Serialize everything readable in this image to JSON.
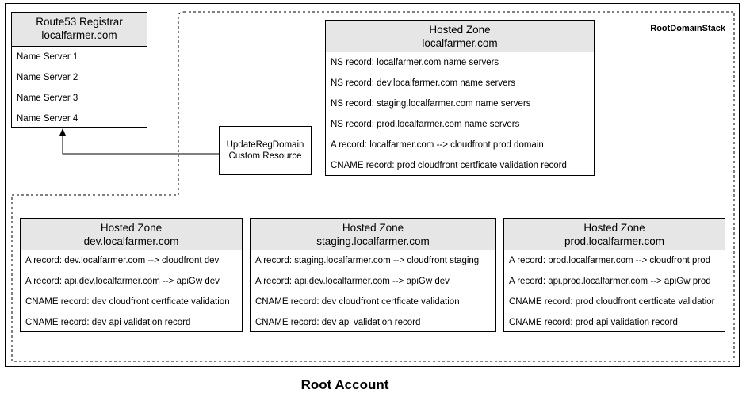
{
  "footer": {
    "title": "Root Account"
  },
  "stack": {
    "label": "RootDomainStack"
  },
  "registrar": {
    "title": "Route53 Registrar",
    "domain": "localfarmer.com",
    "rows": [
      "Name Server 1",
      "Name Server 2",
      "Name Server 3",
      "Name Server 4"
    ]
  },
  "custom_resource": {
    "line1": "UpdateRegDomain",
    "line2": "Custom Resource"
  },
  "zones": {
    "root": {
      "title": "Hosted Zone",
      "domain": "localfarmer.com",
      "rows": [
        "NS record: localfarmer.com name servers",
        "NS record: dev.localfarmer.com name servers",
        "NS record: staging.localfarmer.com name servers",
        "NS record: prod.localfarmer.com name servers",
        "A record: localfarmer.com --> cloudfront prod domain",
        "CNAME record: prod cloudfront certficate validation record"
      ]
    },
    "dev": {
      "title": "Hosted Zone",
      "domain": "dev.localfarmer.com",
      "rows": [
        "A record: dev.localfarmer.com --> cloudfront dev",
        "A record: api.dev.localfarmer.com --> apiGw dev",
        "CNAME record: dev cloudfront certficate validation",
        "CNAME record: dev api validation record"
      ]
    },
    "staging": {
      "title": "Hosted Zone",
      "domain": "staging.localfarmer.com",
      "rows": [
        "A record: staging.localfarmer.com --> cloudfront staging",
        "A record: api.dev.localfarmer.com --> apiGw dev",
        "CNAME record: dev cloudfront certficate validation",
        "CNAME record: dev api validation record"
      ]
    },
    "prod": {
      "title": "Hosted Zone",
      "domain": "prod.localfarmer.com",
      "rows": [
        "A record: prod.localfarmer.com --> cloudfront prod",
        "A record: api.prod.localfarmer.com --> apiGw prod",
        "CNAME record: prod cloudfront certficate validatior",
        "CNAME record: prod api validation record"
      ]
    }
  }
}
